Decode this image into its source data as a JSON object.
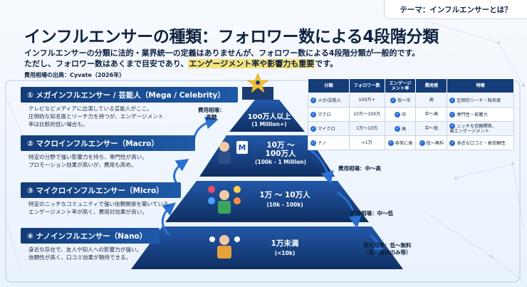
{
  "theme_label": "テーマ：インフルエンサーとは？",
  "title": "インフルエンサーの種類：フォロワー数による4段階分類",
  "intro": {
    "line1": "インフルエンサーの分類に法的・業界統一の定義はありませんが、フォロワー数による4段階分類が一般的です。",
    "line2_prefix": "ただし、フォロワー数はあくまで目安であり、",
    "line2_highlight": "エンゲージメント率や影響力も重要",
    "line2_suffix": "です。",
    "source": "費用相場の出典：Cyvate（2026年）"
  },
  "levels": [
    {
      "heading": "① メガインフルエンサー / 芸能人（Mega / Celebrity）",
      "desc1": "テレビなどメディアに出演している芸能人がここ。",
      "desc2": "圧倒的な知名度とリーチ力を持つが、エンゲージメント",
      "desc3": "率は比較的低い場合も。"
    },
    {
      "heading": "② マクロインフルエンサー（Macro）",
      "desc1": "特定の分野で強い影響力を持ち、専門性が高い。",
      "desc2": "プロモーション効果が高いが、費用も高め。",
      "desc3": ""
    },
    {
      "heading": "③ マイクロインフルエンサー（Micro）",
      "desc1": "特定のニッチなコミュニティで強い信頼関係を築いている。",
      "desc2": "エンゲージメント率が高く、費用対効果が良い。",
      "desc3": ""
    },
    {
      "heading": "④ ナノインフルエンサー（Nano）",
      "desc1": "身近な存在で、友人や知人への影響力が強い。",
      "desc2": "信頼性が高く、口コミ効果が期待できる。",
      "desc3": ""
    }
  ],
  "pyramid": {
    "mega": {
      "main": "100万人以上",
      "sub": "(1 Million+)"
    },
    "macro": {
      "main1": "10万 〜",
      "main2": "100万人",
      "sub": "(100k - 1 Million)"
    },
    "micro": {
      "main": "1万 〜 10万人",
      "sub": "(10k - 100k)"
    },
    "nano": {
      "main": "1万未満",
      "sub": "(<10k)"
    }
  },
  "costs": {
    "mega_l1": "費用相場：",
    "mega_l2": "高額",
    "macro": "費用相場：中〜高",
    "micro": "費用相場：中〜低",
    "nano_l1": "費用相場：低〜無料",
    "nano_l2": "（商品提供のみ等）"
  },
  "table": {
    "headers": [
      "分類",
      "フォロワー数",
      "エンゲージ\nメント率",
      "費用感",
      "特徴"
    ],
    "rows": [
      [
        "メガ/芸能人",
        "100万+",
        "低〜中",
        "高",
        "圧倒的リーチ・知名度"
      ],
      [
        "マクロ",
        "10万〜100万",
        "中",
        "中〜高",
        "専門性・影響力"
      ],
      [
        "マイクロ",
        "1万〜10万",
        "高",
        "中〜低",
        "ニッチな信頼関係、\n高エンゲージメント"
      ],
      [
        "ナノ",
        "<1万",
        "非常に高",
        "低〜無料",
        "身近な口コミ・高信頼性"
      ]
    ]
  },
  "colors": {
    "navy": "#133c78",
    "blue": "#1f5aa8",
    "highlight": "#f5e27a",
    "arrow": "#2a6fd1"
  }
}
